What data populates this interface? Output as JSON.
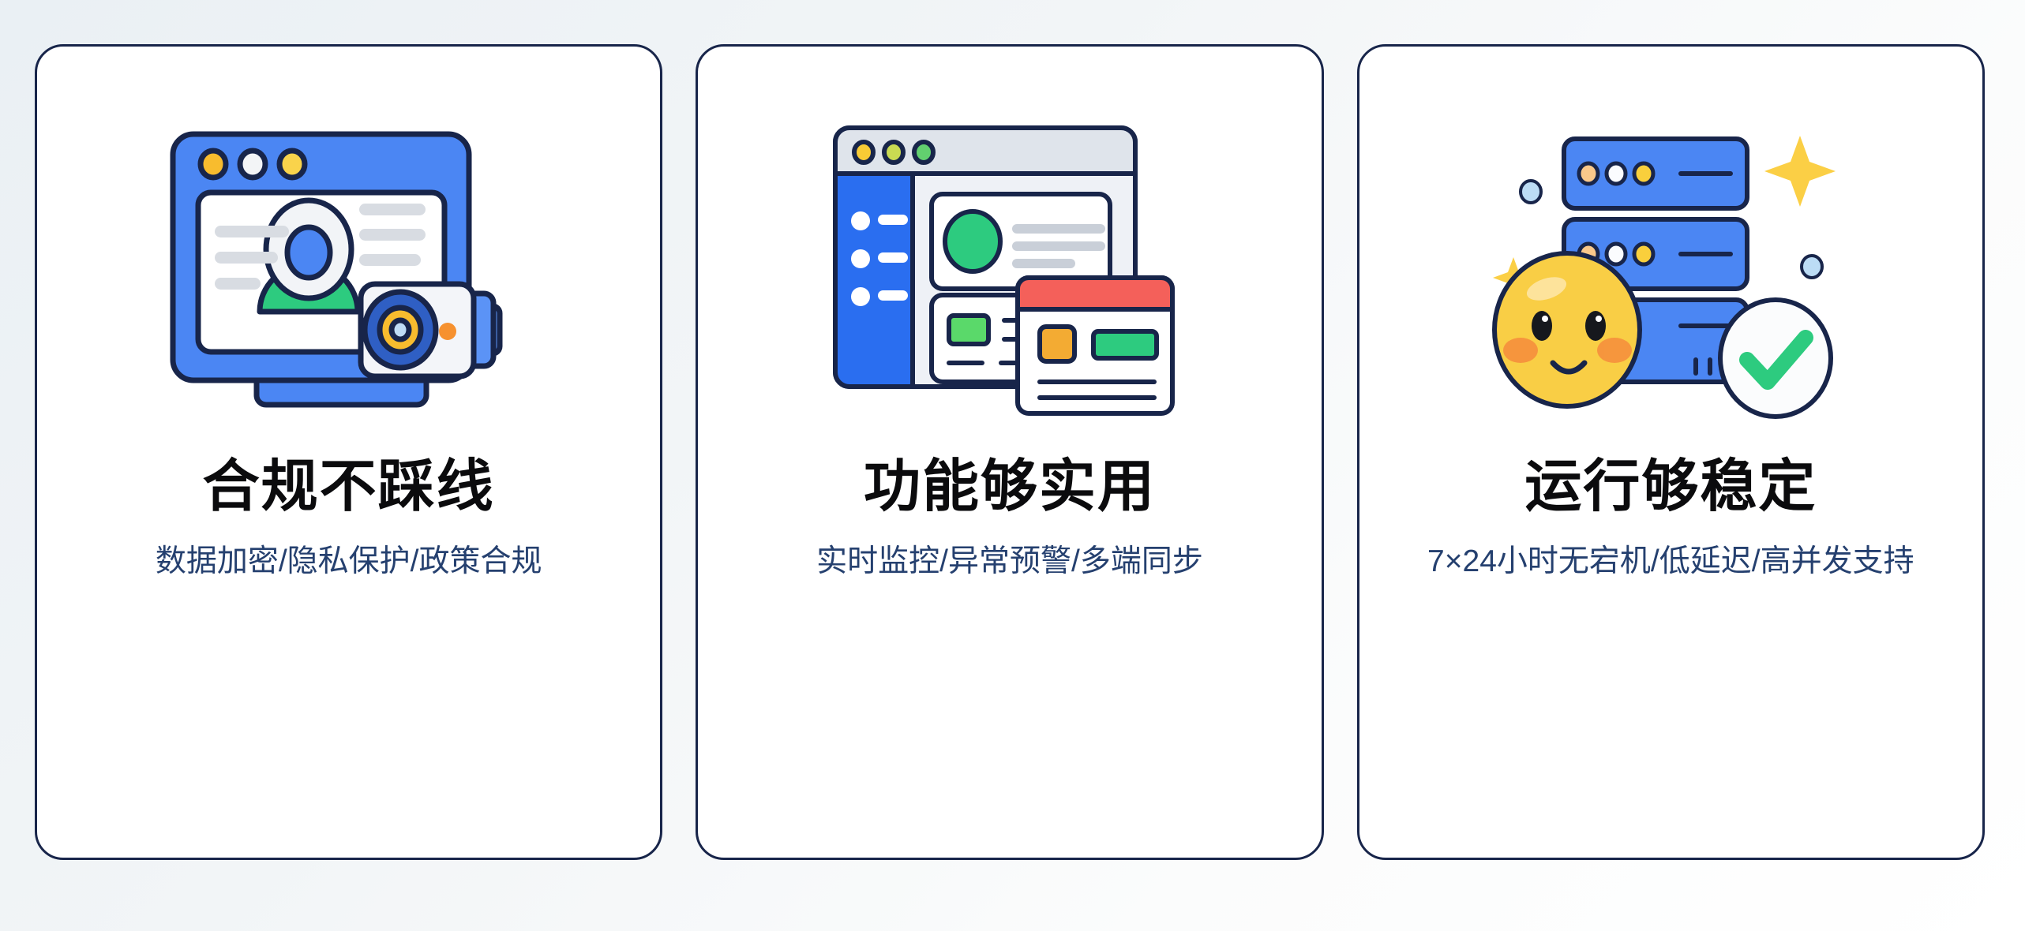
{
  "page": {
    "background_start": "#eaf0f4",
    "background_end": "#ffffff",
    "card_border_color": "#18254a",
    "card_background": "#ffffff",
    "title_color": "#0b0b0d",
    "subtitle_color": "#25406f",
    "accent_blue": "#3b7af0",
    "accent_blue_light": "#5b93f6",
    "accent_green": "#24c97e",
    "accent_yellow": "#f8c93c",
    "accent_orange": "#f59b35",
    "accent_red": "#f4605a",
    "neutral_line": "#d8dce2"
  },
  "cards": [
    {
      "id": "compliance",
      "title": "合规不踩线",
      "subtitle": "数据加密/隐私保护/政策合规",
      "subtitle_nowrap": true,
      "illustration": "monitor-user-camera-illustration",
      "illustration_parts": [
        "monitor-window",
        "window-dot-yellow",
        "window-dot-white",
        "window-dot-yellow",
        "user-avatar",
        "text-line-placeholder",
        "security-camera"
      ]
    },
    {
      "id": "features",
      "title": "功能够实用",
      "subtitle": "实时监控/异常预警/多端同步",
      "subtitle_nowrap": true,
      "illustration": "dashboard-panels-illustration",
      "illustration_parts": [
        "browser-window",
        "window-dot-yellow",
        "window-dot-yellow-green",
        "window-dot-green",
        "sidebar-nav",
        "nav-bullet",
        "content-card",
        "green-circle-indicator",
        "text-line-placeholder",
        "alert-card",
        "alert-header-red",
        "badge-orange",
        "badge-green"
      ]
    },
    {
      "id": "stability",
      "title": "运行够稳定",
      "subtitle": "7×24小时无宕机/低延迟/高并发支持",
      "subtitle_nowrap": false,
      "illustration": "server-stack-mascot-illustration",
      "illustration_parts": [
        "server-rack-top",
        "server-rack-middle",
        "server-rack-bottom",
        "server-led-orange",
        "server-led-white",
        "server-led-yellow",
        "mascot-face",
        "mascot-eye",
        "mascot-blush",
        "mascot-smile",
        "check-badge",
        "check-icon",
        "sparkle-large",
        "sparkle-small",
        "bubble-dot"
      ]
    }
  ]
}
